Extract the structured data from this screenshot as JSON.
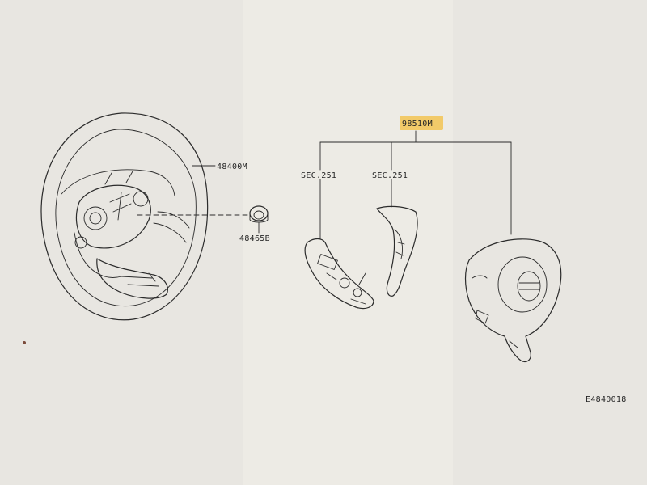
{
  "labels": {
    "steering_wheel": "48400M",
    "nut": "48465B",
    "airbag_module": "98510M",
    "sec_left": "SEC.251",
    "sec_right": "SEC.251",
    "figure_code": "E4840018"
  },
  "colors": {
    "background": "#e8e6e1",
    "line": "#2b2b2b",
    "highlight": "#f2c453"
  }
}
